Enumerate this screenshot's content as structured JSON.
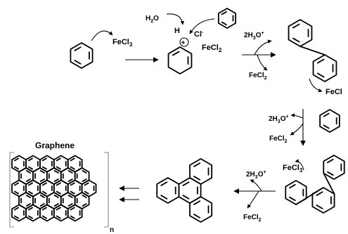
{
  "scheme": {
    "reagents": {
      "fecl3_a": {
        "base": "FeCl",
        "sub": "3"
      },
      "water": {
        "pre": "H",
        "sub": "2",
        "post": "O"
      },
      "h": "H",
      "plus": "+",
      "chloride": {
        "base": "Cl",
        "sup": "-"
      },
      "fecl2_sigma": {
        "base": "FeCl",
        "sub": "2"
      },
      "h3o_1": {
        "pre": "2H",
        "sub": "3",
        "post": "O",
        "sup": "+"
      },
      "fecl2_1": {
        "base": "FeCl",
        "sub": "2"
      },
      "fecl3_b": {
        "base": "FeCl"
      },
      "h3o_2": {
        "pre": "2H",
        "sub": "3",
        "post": "O",
        "sup": "+"
      },
      "fecl2_2": {
        "base": "FeCl",
        "sub": "2"
      },
      "fecl3_c": {
        "base": "FeCl",
        "sub": "3"
      },
      "h3o_3": {
        "pre": "2H",
        "sub": "3",
        "post": "O",
        "sup": "+"
      },
      "fecl2_3": {
        "base": "FeCl",
        "sub": "2"
      }
    },
    "graphene": {
      "title": "Graphene",
      "repeat": "n"
    }
  }
}
